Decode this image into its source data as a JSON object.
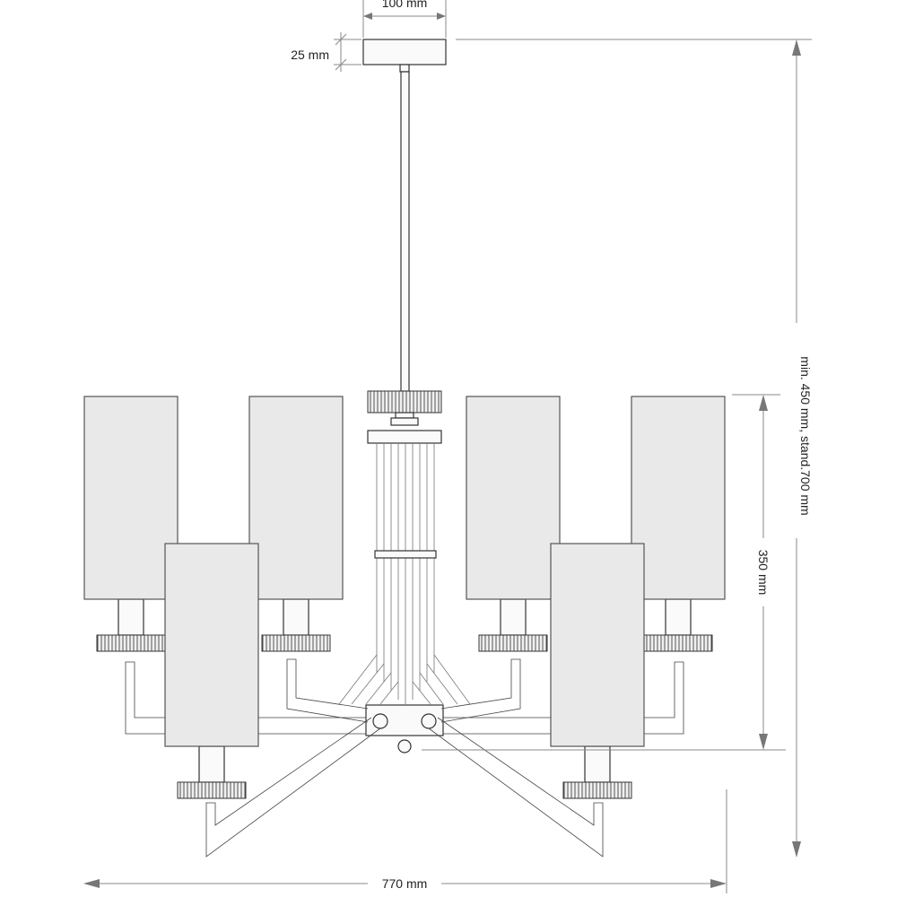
{
  "dimensions": {
    "canopy_width": "100 mm",
    "canopy_height": "25 mm",
    "overall_height": "min. 450 mm, stand.700 mm",
    "shade_height": "350 mm",
    "overall_width": "770 mm"
  }
}
